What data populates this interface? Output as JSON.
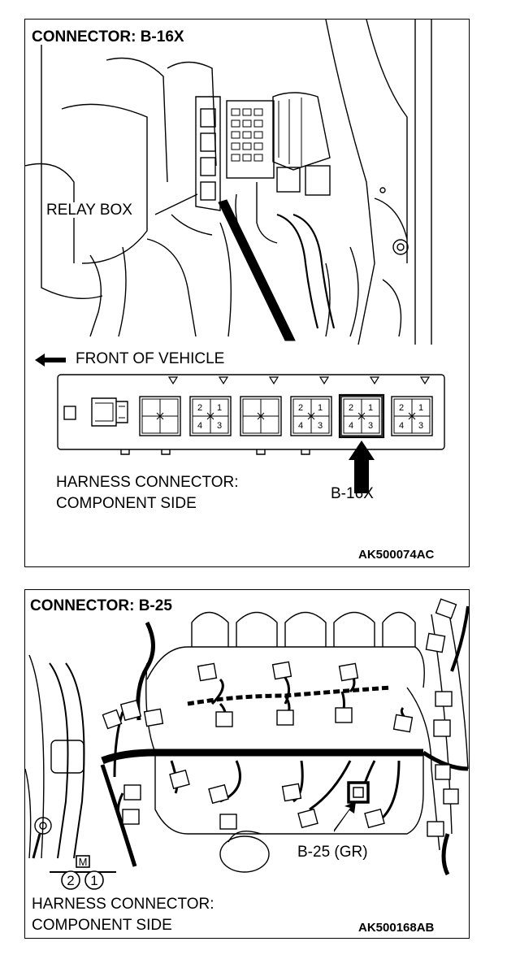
{
  "top_panel": {
    "title": "CONNECTOR: B-16X",
    "relay_label": "RELAY BOX",
    "front_label": "FRONT OF VEHICLE",
    "harness_line1": "HARNESS CONNECTOR:",
    "harness_line2": "COMPONENT SIDE",
    "connector_label": "B-16X",
    "code": "AK500074AC",
    "pins": [
      "2",
      "1",
      "4",
      "3"
    ]
  },
  "bottom_panel": {
    "title": "CONNECTOR: B-25",
    "connector_label": "B-25 (GR)",
    "harness_line1": "HARNESS CONNECTOR:",
    "harness_line2": "COMPONENT SIDE",
    "code": "AK500168AB",
    "symbol_letter": "M",
    "pin_a": "2",
    "pin_b": "1"
  }
}
